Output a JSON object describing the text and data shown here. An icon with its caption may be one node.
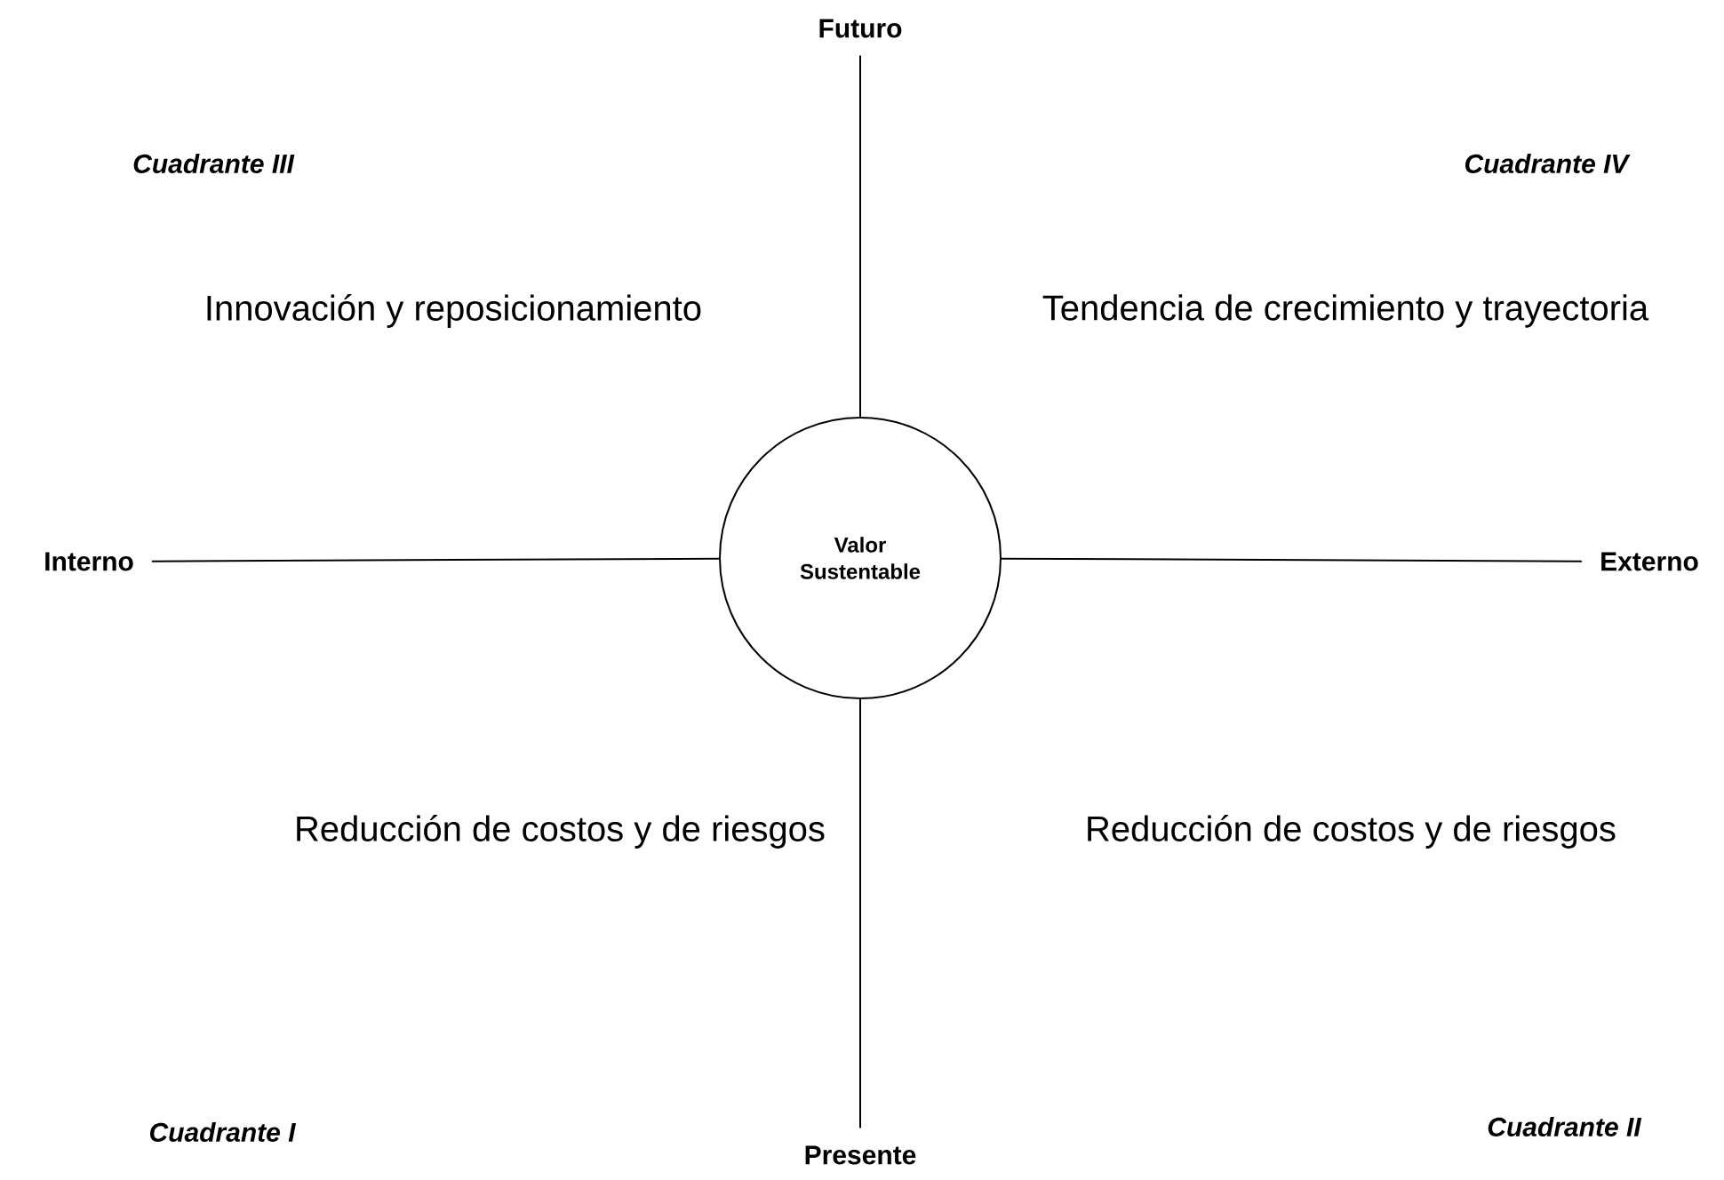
{
  "diagram": {
    "nodes": [
      {
        "text": [
          "Valor Sustentable"
        ]
      },
      {
        "text": [
          "Futuro"
        ]
      },
      {
        "text": [
          "Interno"
        ]
      },
      {
        "text": [
          "Externo"
        ]
      },
      {
        "text": [
          "Presente"
        ]
      }
    ],
    "edges": [
      {
        "from": 0,
        "to": 1,
        "arrow": "none"
      },
      {
        "from": 0,
        "to": 2,
        "arrow": "none"
      },
      {
        "from": 0,
        "to": 3,
        "arrow": "none"
      },
      {
        "from": 0,
        "to": 4,
        "arrow": "none"
      }
    ],
    "labels": [
      "Cuadrante III",
      "Cuadrante IV",
      "Innovación y reposicionamiento",
      "Tendencia de crecimiento y  trayectoria",
      "Reducción de costos y de riesgos",
      "Reducción de costos y de riesgos",
      "Cuadrante I",
      "Cuadrante II"
    ]
  }
}
